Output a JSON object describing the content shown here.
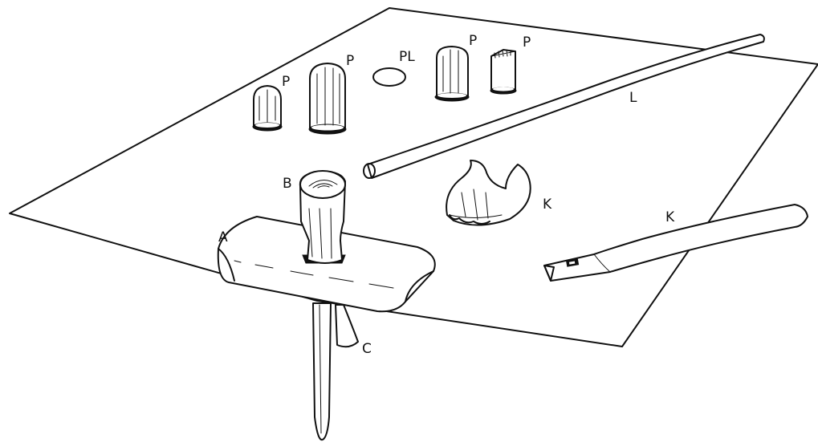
{
  "labels": {
    "a": "A",
    "b": "B",
    "c": "C",
    "k1": "K",
    "k2": "K",
    "l": "L",
    "p1": "P",
    "p2": "P",
    "p3": "P",
    "p4": "P",
    "pl": "PL"
  },
  "colors": {
    "line": "#111111",
    "background": "#ffffff"
  }
}
